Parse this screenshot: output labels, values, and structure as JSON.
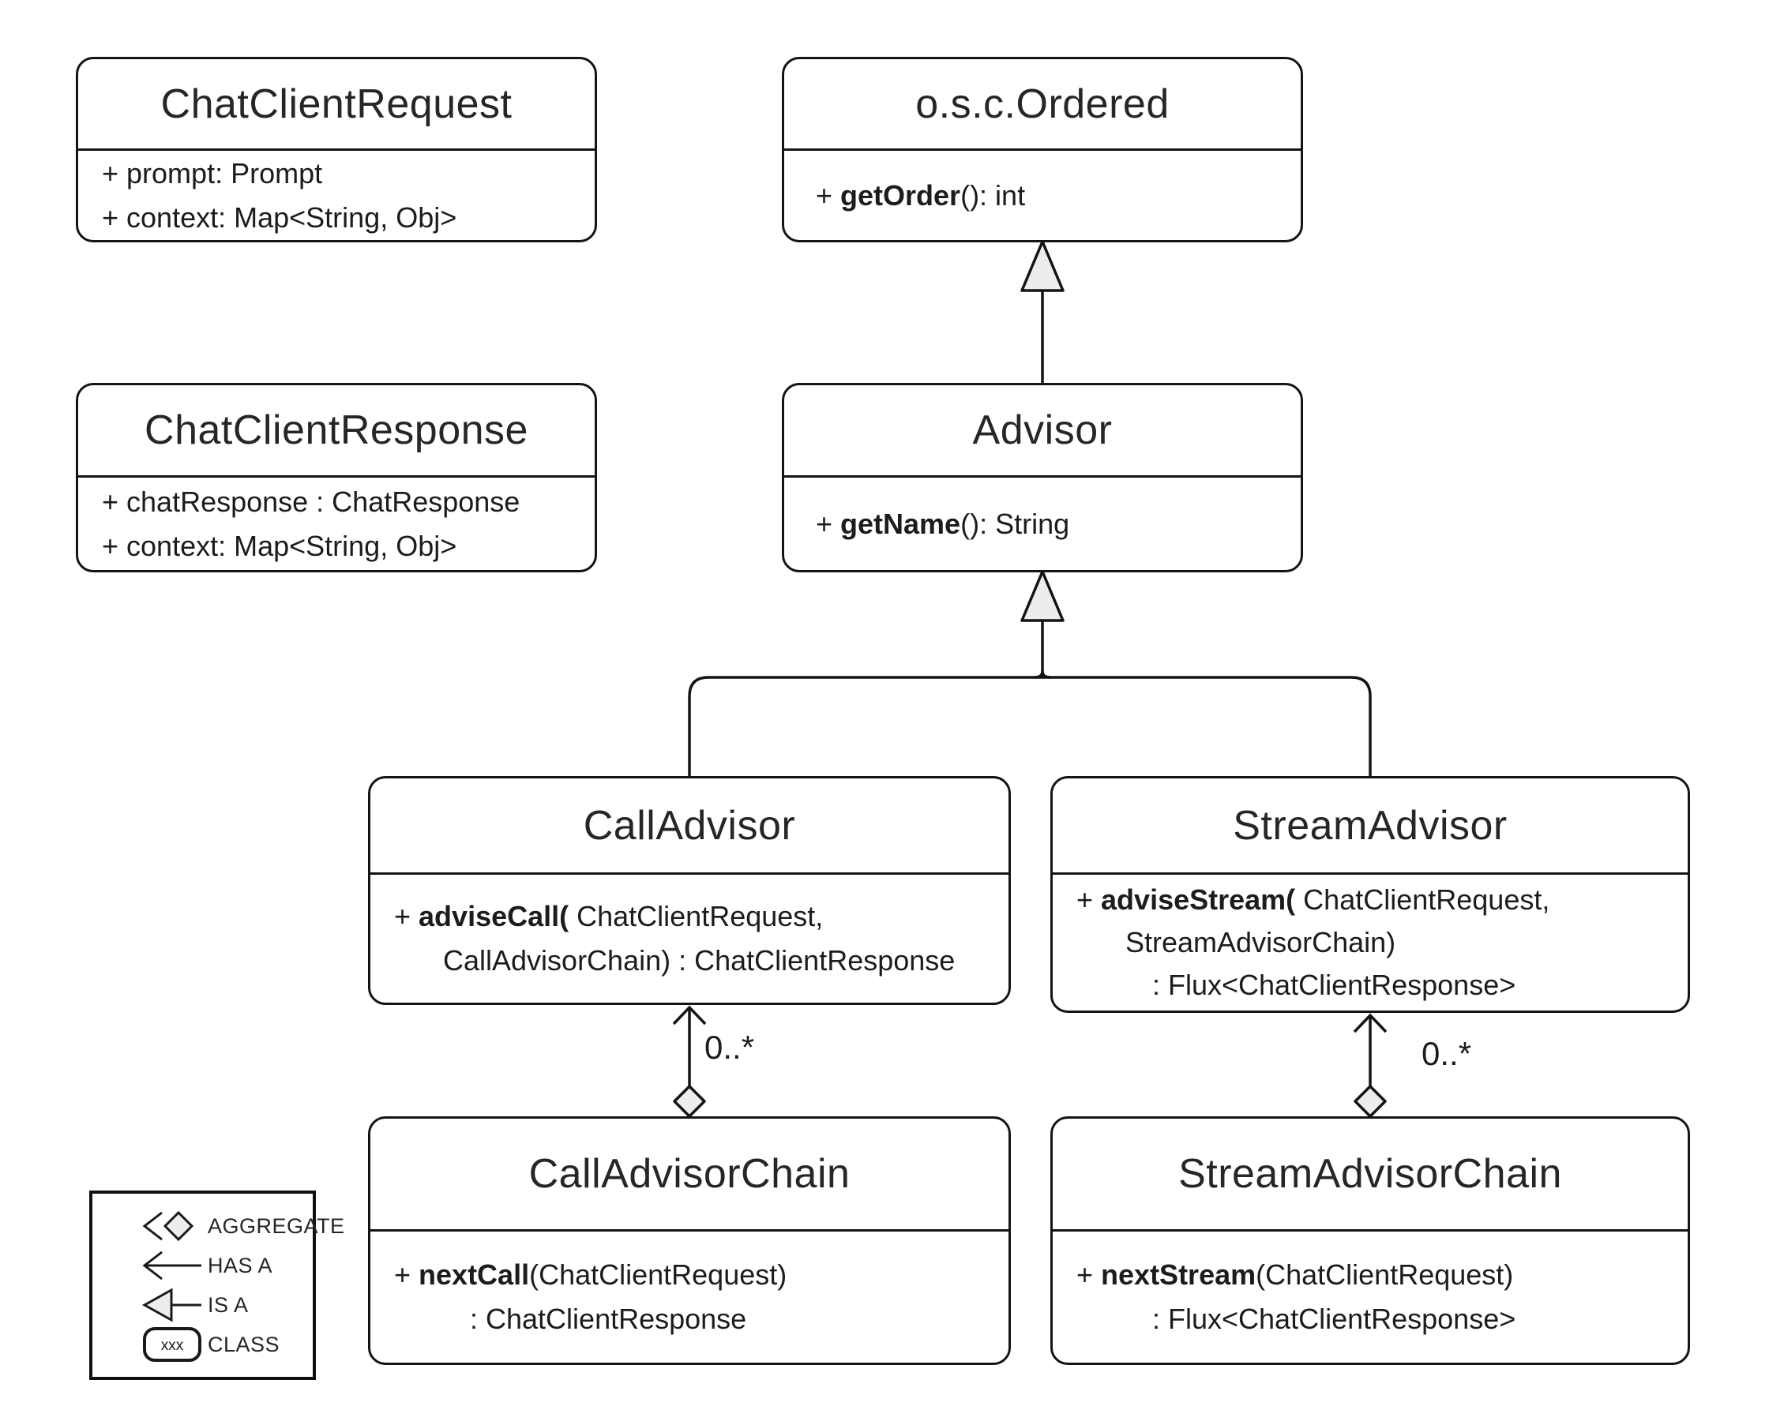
{
  "diagram_title": "ChatClient Advisor UML class diagram",
  "colors": {
    "line": "#141414",
    "shape_fill": "#ededed",
    "background": "#ffffff",
    "text": "#1c1c1c"
  },
  "classes": {
    "request": {
      "title": "ChatClientRequest",
      "attr1": "+ prompt: Prompt",
      "attr2": "+ context: Map<String, Obj>"
    },
    "ordered": {
      "title": "o.s.c.Ordered",
      "m_pre": "+ ",
      "m_name": "getOrder",
      "m_post": "(): int"
    },
    "response": {
      "title": "ChatClientResponse",
      "attr1": "+ chatResponse : ChatResponse",
      "attr2": "+ context: Map<String, Obj>"
    },
    "advisor": {
      "title": "Advisor",
      "m_pre": "+ ",
      "m_name": "getName",
      "m_post": "(): String"
    },
    "callAdvisor": {
      "title": "CallAdvisor",
      "m_pre": "+ ",
      "m_name": "adviseCall(",
      "m_post": " ChatClientRequest,",
      "m_line2": "CallAdvisorChain) : ChatClientResponse"
    },
    "streamAdvisor": {
      "title": "StreamAdvisor",
      "m_pre": "+ ",
      "m_name": "adviseStream(",
      "m_post": " ChatClientRequest,",
      "m_line2": "StreamAdvisorChain)",
      "m_line3": ": Flux<ChatClientResponse>"
    },
    "callChain": {
      "title": "CallAdvisorChain",
      "m_pre": "+ ",
      "m_name": "nextCall",
      "m_post": "(ChatClientRequest)",
      "m_line2": ": ChatClientResponse"
    },
    "streamChain": {
      "title": "StreamAdvisorChain",
      "m_pre": "+ ",
      "m_name": "nextStream",
      "m_post": "(ChatClientRequest)",
      "m_line2": ": Flux<ChatClientResponse>"
    }
  },
  "relations": {
    "call_aggregate": {
      "multiplicity": "0..*"
    },
    "stream_aggregate": {
      "multiplicity": "0..*"
    }
  },
  "legend": {
    "items": [
      {
        "label": "AGGREGATE"
      },
      {
        "label": "HAS A"
      },
      {
        "label": "IS A"
      },
      {
        "label": "CLASS",
        "icon_text": "xxx"
      }
    ]
  }
}
